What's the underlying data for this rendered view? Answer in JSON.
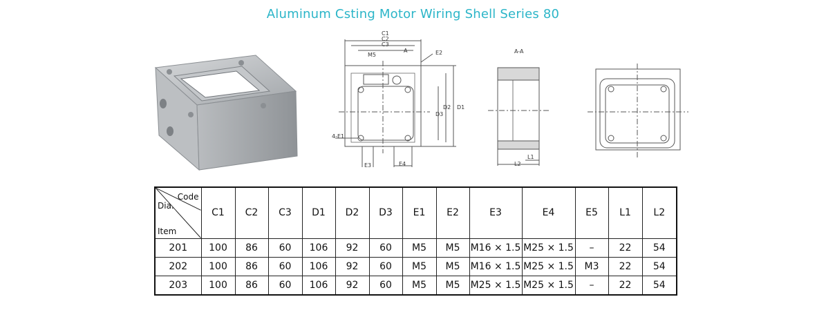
{
  "title": "Aluminum Csting Motor Wiring Shell Series 80",
  "drawing_labels": {
    "c1": "C1",
    "c2": "C2",
    "c3": "C3",
    "a": "A",
    "m5": "M5",
    "e2": "E2",
    "d3": "D3",
    "d2": "D2",
    "d1": "D1",
    "four_e1": "4-E1",
    "e3": "E3",
    "e4": "E4",
    "section": "A-A",
    "l1": "L1",
    "l2": "L2"
  },
  "table": {
    "corner": {
      "code": "Code",
      "dia": "Dia.",
      "item": "Item"
    },
    "headers": [
      "C1",
      "C2",
      "C3",
      "D1",
      "D2",
      "D3",
      "E1",
      "E2",
      "E3",
      "E4",
      "E5",
      "L1",
      "L2"
    ],
    "rows": [
      [
        "201",
        "100",
        "86",
        "60",
        "106",
        "92",
        "60",
        "M5",
        "M5",
        "M16 × 1.5",
        "M25 × 1.5",
        "–",
        "22",
        "54"
      ],
      [
        "202",
        "100",
        "86",
        "60",
        "106",
        "92",
        "60",
        "M5",
        "M5",
        "M16 × 1.5",
        "M25 × 1.5",
        "M3",
        "22",
        "54"
      ],
      [
        "203",
        "100",
        "86",
        "60",
        "106",
        "92",
        "60",
        "M5",
        "M5",
        "M25 × 1.5",
        "M25 × 1.5",
        "–",
        "22",
        "54"
      ]
    ]
  }
}
